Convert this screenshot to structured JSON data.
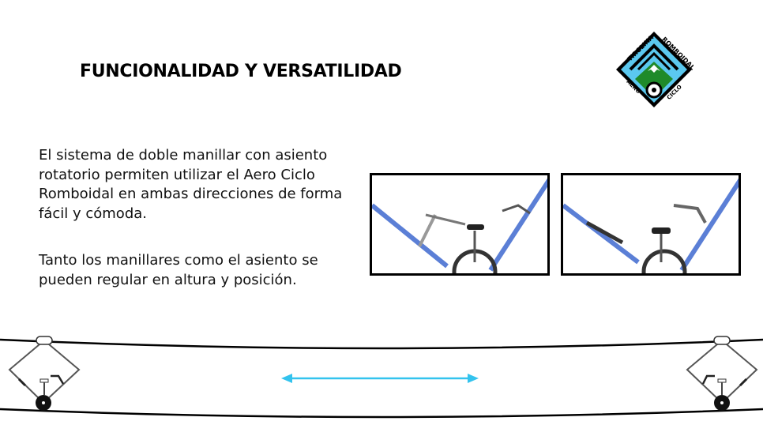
{
  "slide": {
    "title": "FUNCIONALIDAD Y VERSATILIDAD",
    "paragraph_1": "El sistema de doble manillar con asiento rotatorio permiten utilizar el Aero Ciclo Romboidal en ambas direcciones de forma fácil y cómoda.",
    "paragraph_2": "Tanto los manillares como el asiento se pueden regular en altura y posición."
  },
  "logo": {
    "text_top_left": "TIROLINA",
    "text_top_right": "ROMBOIDAL",
    "text_bottom_left": "AERO",
    "text_bottom_right": "CICLO"
  },
  "colors": {
    "logo_blue": "#5bc8ef",
    "logo_green": "#1f8a2a",
    "rail_blue": "#5b7fd6",
    "arrow_cyan": "#33c3ee"
  }
}
